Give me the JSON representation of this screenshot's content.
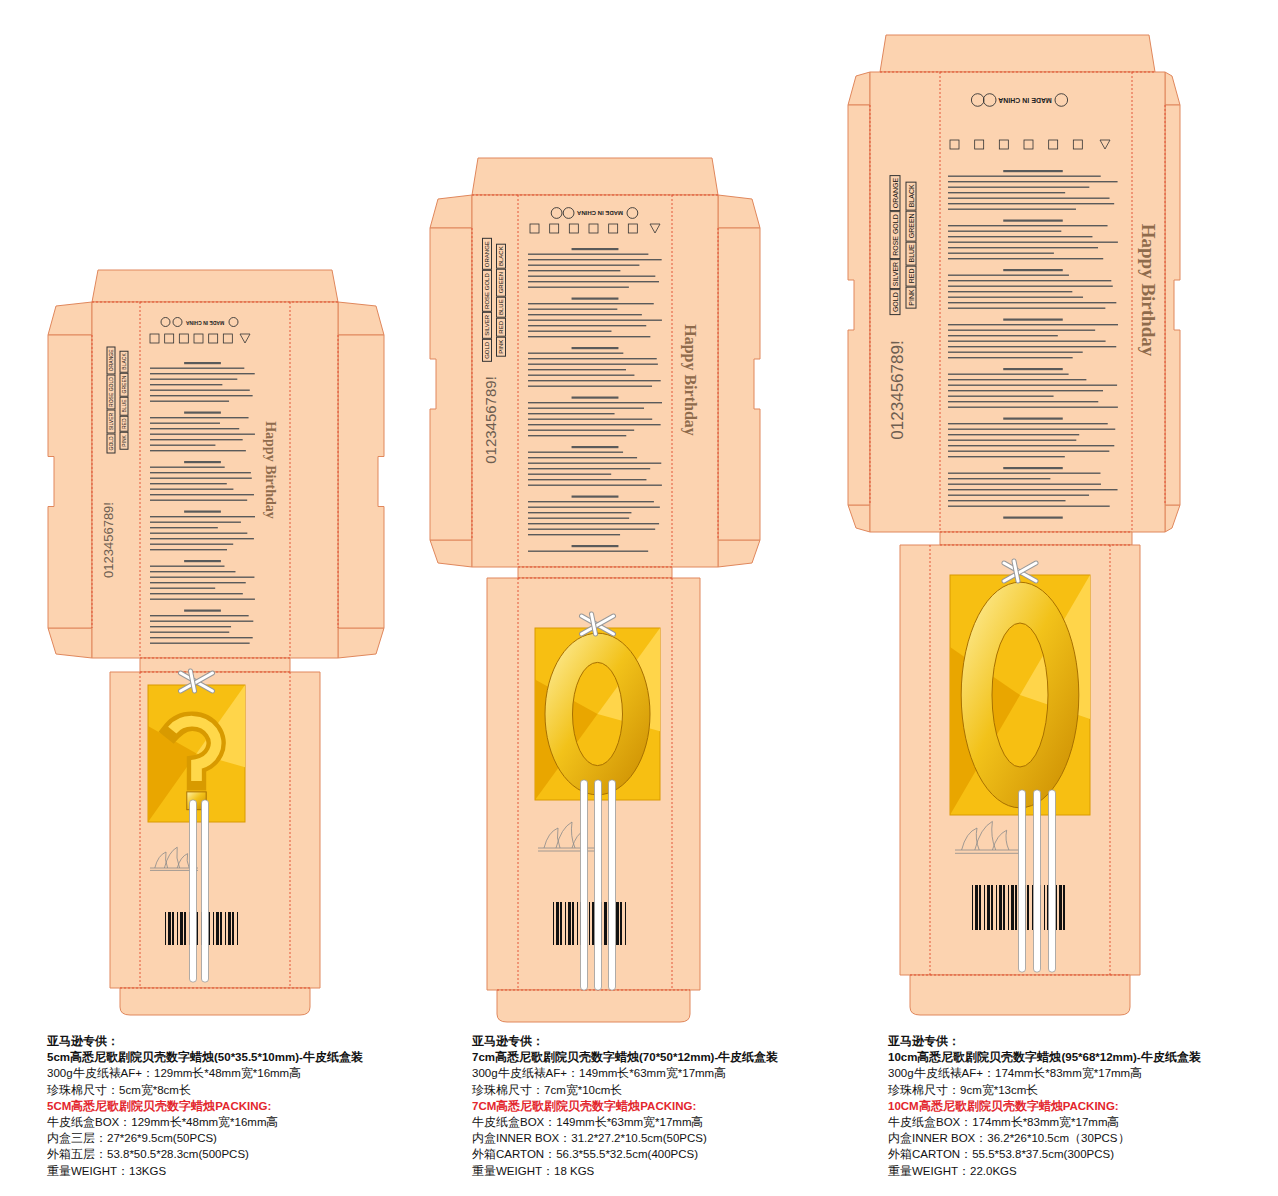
{
  "diagram": {
    "nodes": [
      {
        "text": [
          "MADE IN CHINA",
          "Happy Birthday",
          "0123456789!",
          "GOLD",
          "SILVER",
          "ROSE GOLD",
          "ORANGE",
          "PINK",
          "RED",
          "BLUE",
          "GREEN",
          "BLACK"
        ]
      },
      {
        "text": [
          "MADE IN CHINA",
          "Happy Birthday",
          "0123456789!",
          "GOLD",
          "SILVER",
          "ROSE GOLD",
          "ORANGE",
          "PINK",
          "RED",
          "BLUE",
          "GREEN",
          "BLACK"
        ]
      },
      {
        "text": [
          "MADE IN CHINA",
          "Happy Birthday",
          "0123456789!",
          "GOLD",
          "SILVER",
          "ROSE GOLD",
          "ORANGE",
          "PINK",
          "RED",
          "BLUE",
          "GREEN",
          "BLACK"
        ]
      }
    ],
    "labels": [
      "亚马逊专供：",
      "5cm高悉尼歌剧院贝壳数字蜡烛(50*35.5*10mm)-牛皮纸盒装",
      "300g牛皮纸裱AF+：129mm长*48mm宽*16mm高",
      "珍珠棉尺寸：5cm宽*8cm长",
      "5CM高悉尼歌剧院贝壳数字蜡烛PACKING:",
      "牛皮纸盒BOX：129mm长*48mm宽*16mm高",
      "内盒三层：27*26*9.5cm(50PCS)",
      "外箱五层：53.8*50.5*28.3cm(500PCS)",
      "重量WEIGHT：13KGS",
      "亚马逊专供：",
      "7cm高悉尼歌剧院贝壳数字蜡烛(70*50*12mm)-牛皮纸盒装",
      "300g牛皮纸裱AF+：149mm长*63mm宽*17mm高",
      "珍珠棉尺寸：7cm宽*10cm长",
      "7CM高悉尼歌剧院贝壳数字蜡烛PACKING:",
      "牛皮纸盒BOX：149mm长*63mm宽*17mm高",
      "内盒INNER BOX：31.2*27.2*10.5cm(50PCS)",
      "外箱CARTON：56.3*55.5*32.5cm(400PCS)",
      "重量WEIGHT：18 KGS",
      "亚马逊专供：",
      "10cm高悉尼歌剧院贝壳数字蜡烛(95*68*12mm)-牛皮纸盒装",
      "300g牛皮纸裱AF+：174mm长*83mm宽*17mm高",
      "珍珠棉尺寸：9cm宽*13cm长",
      "10CM高悉尼歌剧院贝壳数字蜡烛PACKING:",
      "牛皮纸盒BOX：174mm长*83mm宽*17mm高",
      "内盒INNER BOX：36.2*26*10.5cm（30PCS）",
      "外箱CARTON：55.5*53.8*37.5cm(300PCS)",
      "重量WEIGHT：22.0KGS"
    ]
  }
}
